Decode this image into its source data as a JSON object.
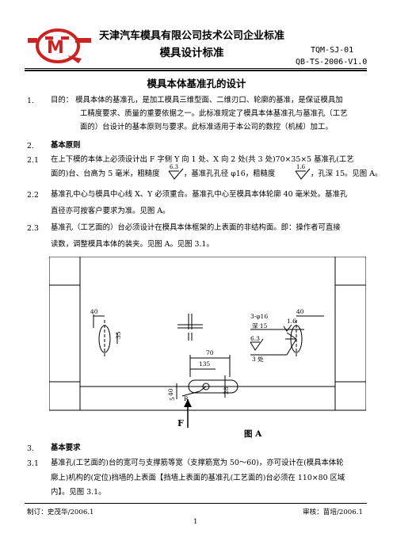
{
  "header": {
    "company": "天津汽车模具有限公司技术公司企业标准",
    "standard_name": "模具设计标准",
    "code": "TQM-SJ-01",
    "version": "QB-TS-2006-V1.0"
  },
  "doc_title": "模具本体基准孔的设计",
  "sections": {
    "s1_num": "1.",
    "s1_line1": "目的： 模具本体的基准孔，是加工模具三维型面、二维刃口、轮廓的基准，是保证模具加",
    "s1_line2": "工精度要求、质量的重要依据之一。此标准规定了模具本体基准孔与基准孔（工艺",
    "s1_line3": "面的）台设计的基本原则与要求。此标准适用于本公司的数控（机械）加工。",
    "s2_num": "2.",
    "s2_title": "基本原则",
    "s21_num": "2.1",
    "s21_line1": "在上下模的本体上必须设计出 F 字侧 Y 向 1 处、X 向 2 处(共 3 处)70×35×5 基准孔(工艺",
    "s21_line2a": "面的)台、台高为 5 毫米，粗糙度",
    "s21_line2b": "，基准孔孔径 φ16，粗糙度",
    "s21_line2c": "，孔深 15。见图 A。",
    "s21_rough1": "6.3",
    "s21_rough2": "1.6",
    "s22_num": "2.2",
    "s22_line1": "基准孔中心与模具中心线 X、Y 必须重合。基准孔中心至模具本体轮廓 40 毫米处。基准孔",
    "s22_line2": "直径亦可按客户要求为准。见图 A。",
    "s23_num": "2.3",
    "s23_line1": "基准孔（工艺面的）台必须设计在模具本体框架的上表面的非结构面。即：操作者可直接",
    "s23_line2": "读数，调整模具本体的装夹。见图 A。见图 3.1。",
    "s3_num": "3.",
    "s3_title": "基本要求",
    "s31_num": "3.1",
    "s31_line1": "基准孔(工艺面的)台的宽可与支撑筋等宽（支撑筋宽为 50～60)，亦可设计在(模具本体轮",
    "s31_line2": "廓上)机构的(定位)挡墙的上表面【挡墙上表面的基准孔(工艺面的)台必须在 110×80 区域",
    "s31_line3": "内】。见图 3.1。"
  },
  "figure": {
    "label": "图 A",
    "arrow_label": "F",
    "dim_40_left": "40",
    "dim_40_right": "40",
    "dim_35": "35",
    "dim_70": "70",
    "dim_135": "135",
    "dim_R": "R",
    "dim_5": "5",
    "dim_40_vert": "40",
    "dim_28": "28",
    "note_hole": "3-φ16",
    "note_depth": "深 15",
    "note_r16": "1.6",
    "note_r63": "6.3",
    "note_qty": "3 处"
  },
  "footer": {
    "author": "制订：史茂华/2006.1",
    "reviewer": "审核：苗培/2006.1",
    "page": "1"
  }
}
